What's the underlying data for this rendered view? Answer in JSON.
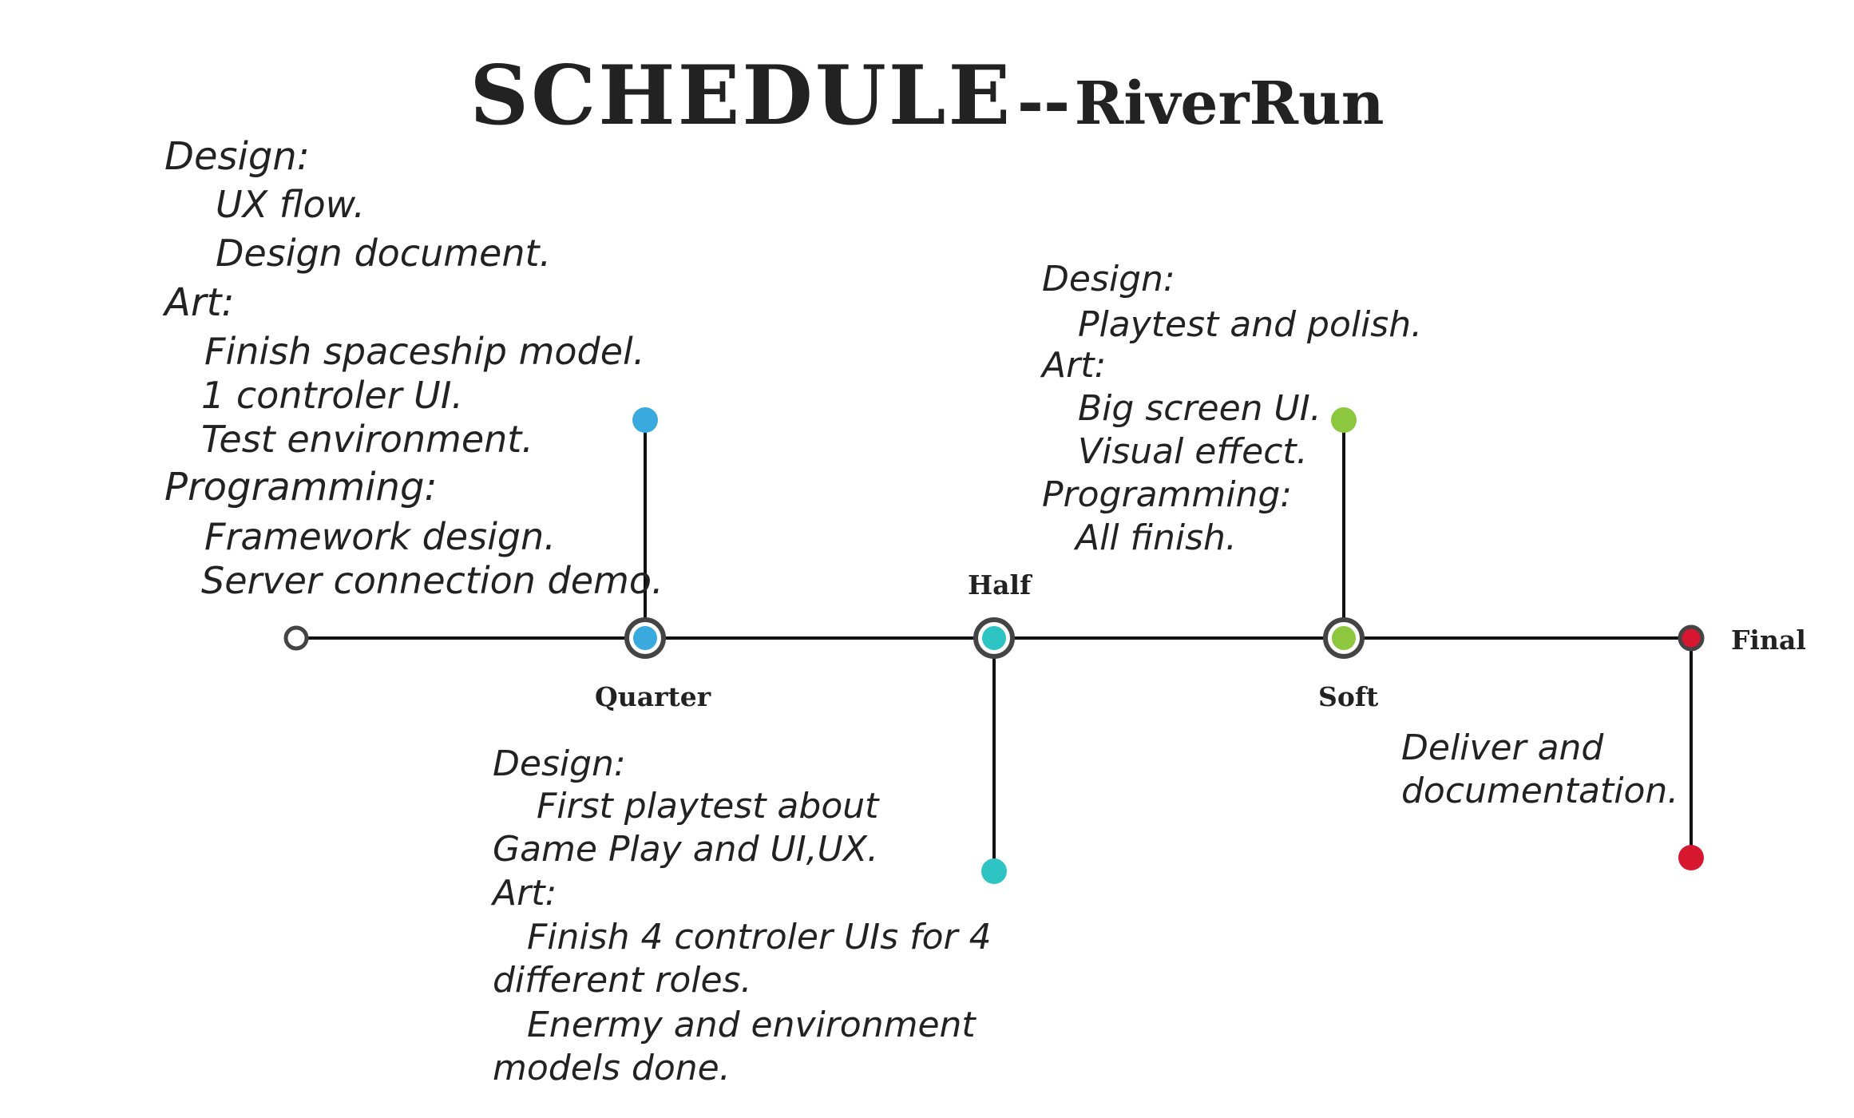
{
  "title": {
    "main": "SCHEDULE",
    "separator": "--",
    "subtitle": "RiverRun"
  },
  "colors": {
    "line": "#111111",
    "quarter": "#3aa9dd",
    "half": "#2ec4c4",
    "soft": "#8dc63f",
    "final": "#d7172f",
    "ring": "#444444",
    "text": "#222222"
  },
  "milestones": {
    "quarter": "Quarter",
    "half": "Half",
    "soft": "Soft",
    "final": "Final"
  },
  "notes": {
    "quarter": {
      "design_heading": "Design:",
      "design_1": "UX flow.",
      "design_2": "Design document.",
      "art_heading": "Art:",
      "art_1": "Finish spaceship model.",
      "art_2": "1 controler UI.",
      "art_3": "Test environment.",
      "programming_heading": "Programming:",
      "programming_1": "Framework design.",
      "programming_2": "Server connection demo."
    },
    "half": {
      "design_heading": "Design:",
      "design_1a": "First playtest about",
      "design_1b": "Game Play and UI,UX.",
      "art_heading": "Art:",
      "art_1a": "Finish 4 controler UIs for 4",
      "art_1b": "different roles.",
      "art_2a": "Enermy and environment",
      "art_2b": "models done."
    },
    "soft": {
      "design_heading": "Design:",
      "design_1": "Playtest and polish.",
      "art_heading": "Art:",
      "art_1": "Big screen UI.",
      "art_2": "Visual effect.",
      "programming_heading": "Programming:",
      "programming_1": "All finish."
    },
    "final": {
      "line_1": "Deliver and",
      "line_2": "documentation."
    }
  }
}
